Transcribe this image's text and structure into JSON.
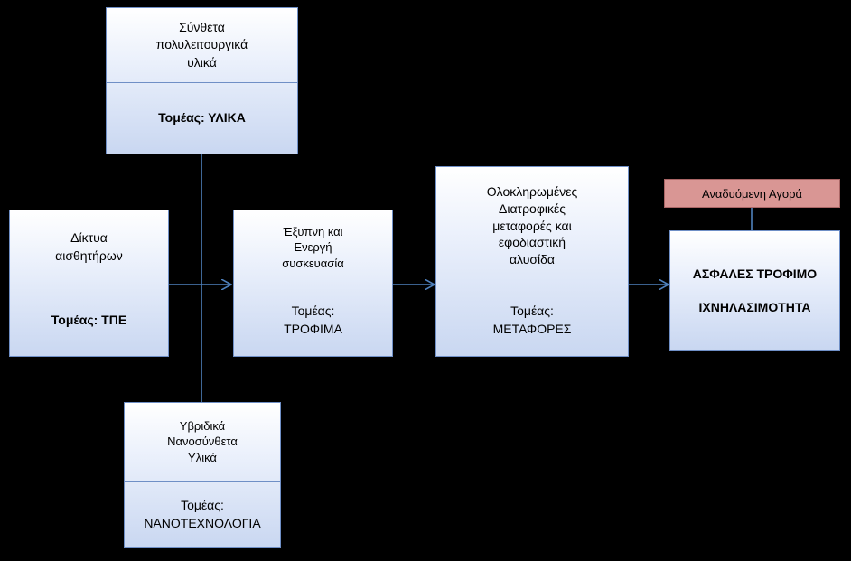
{
  "boxes": {
    "composites": {
      "title": "Σύνθετα\nπολυλειτουργικά\nυλικά",
      "sector": "Τομέας: ΥΛΙΚΑ"
    },
    "sensors": {
      "title": "Δίκτυα\nαισθητήρων",
      "sector": "Τομέας: ΤΠΕ"
    },
    "packaging": {
      "title": "Έξυπνη και\nΕνεργή\nσυσκευασία",
      "sector": "Τομέας:\nΤΡΟΦΙΜΑ"
    },
    "hybrid": {
      "title": "Υβριδικά\nΝανοσύνθετα\nΥλικά",
      "sector": "Τομέας:\nΝΑΝΟΤΕΧΝΟΛΟΓΙΑ"
    },
    "transport": {
      "title": "Ολοκληρωμένες\nΔιατροφικές\nμεταφορές και\nεφοδιαστική\nαλυσίδα",
      "sector": "Τομέας:\nΜΕΤΑΦΟΡΕΣ"
    }
  },
  "market": "Αναδυόμενη Αγορά",
  "outcome": {
    "line1": "ΑΣΦΑΛΕΣ ΤΡΟΦΙΜΟ",
    "line2": "ΙΧΝΗΛΑΣΙΜΟΤΗΤΑ"
  },
  "colors": {
    "background": "#000000",
    "line": "#4f81bd",
    "box_border": "#6f8fc6",
    "market_fill": "#d99694"
  }
}
